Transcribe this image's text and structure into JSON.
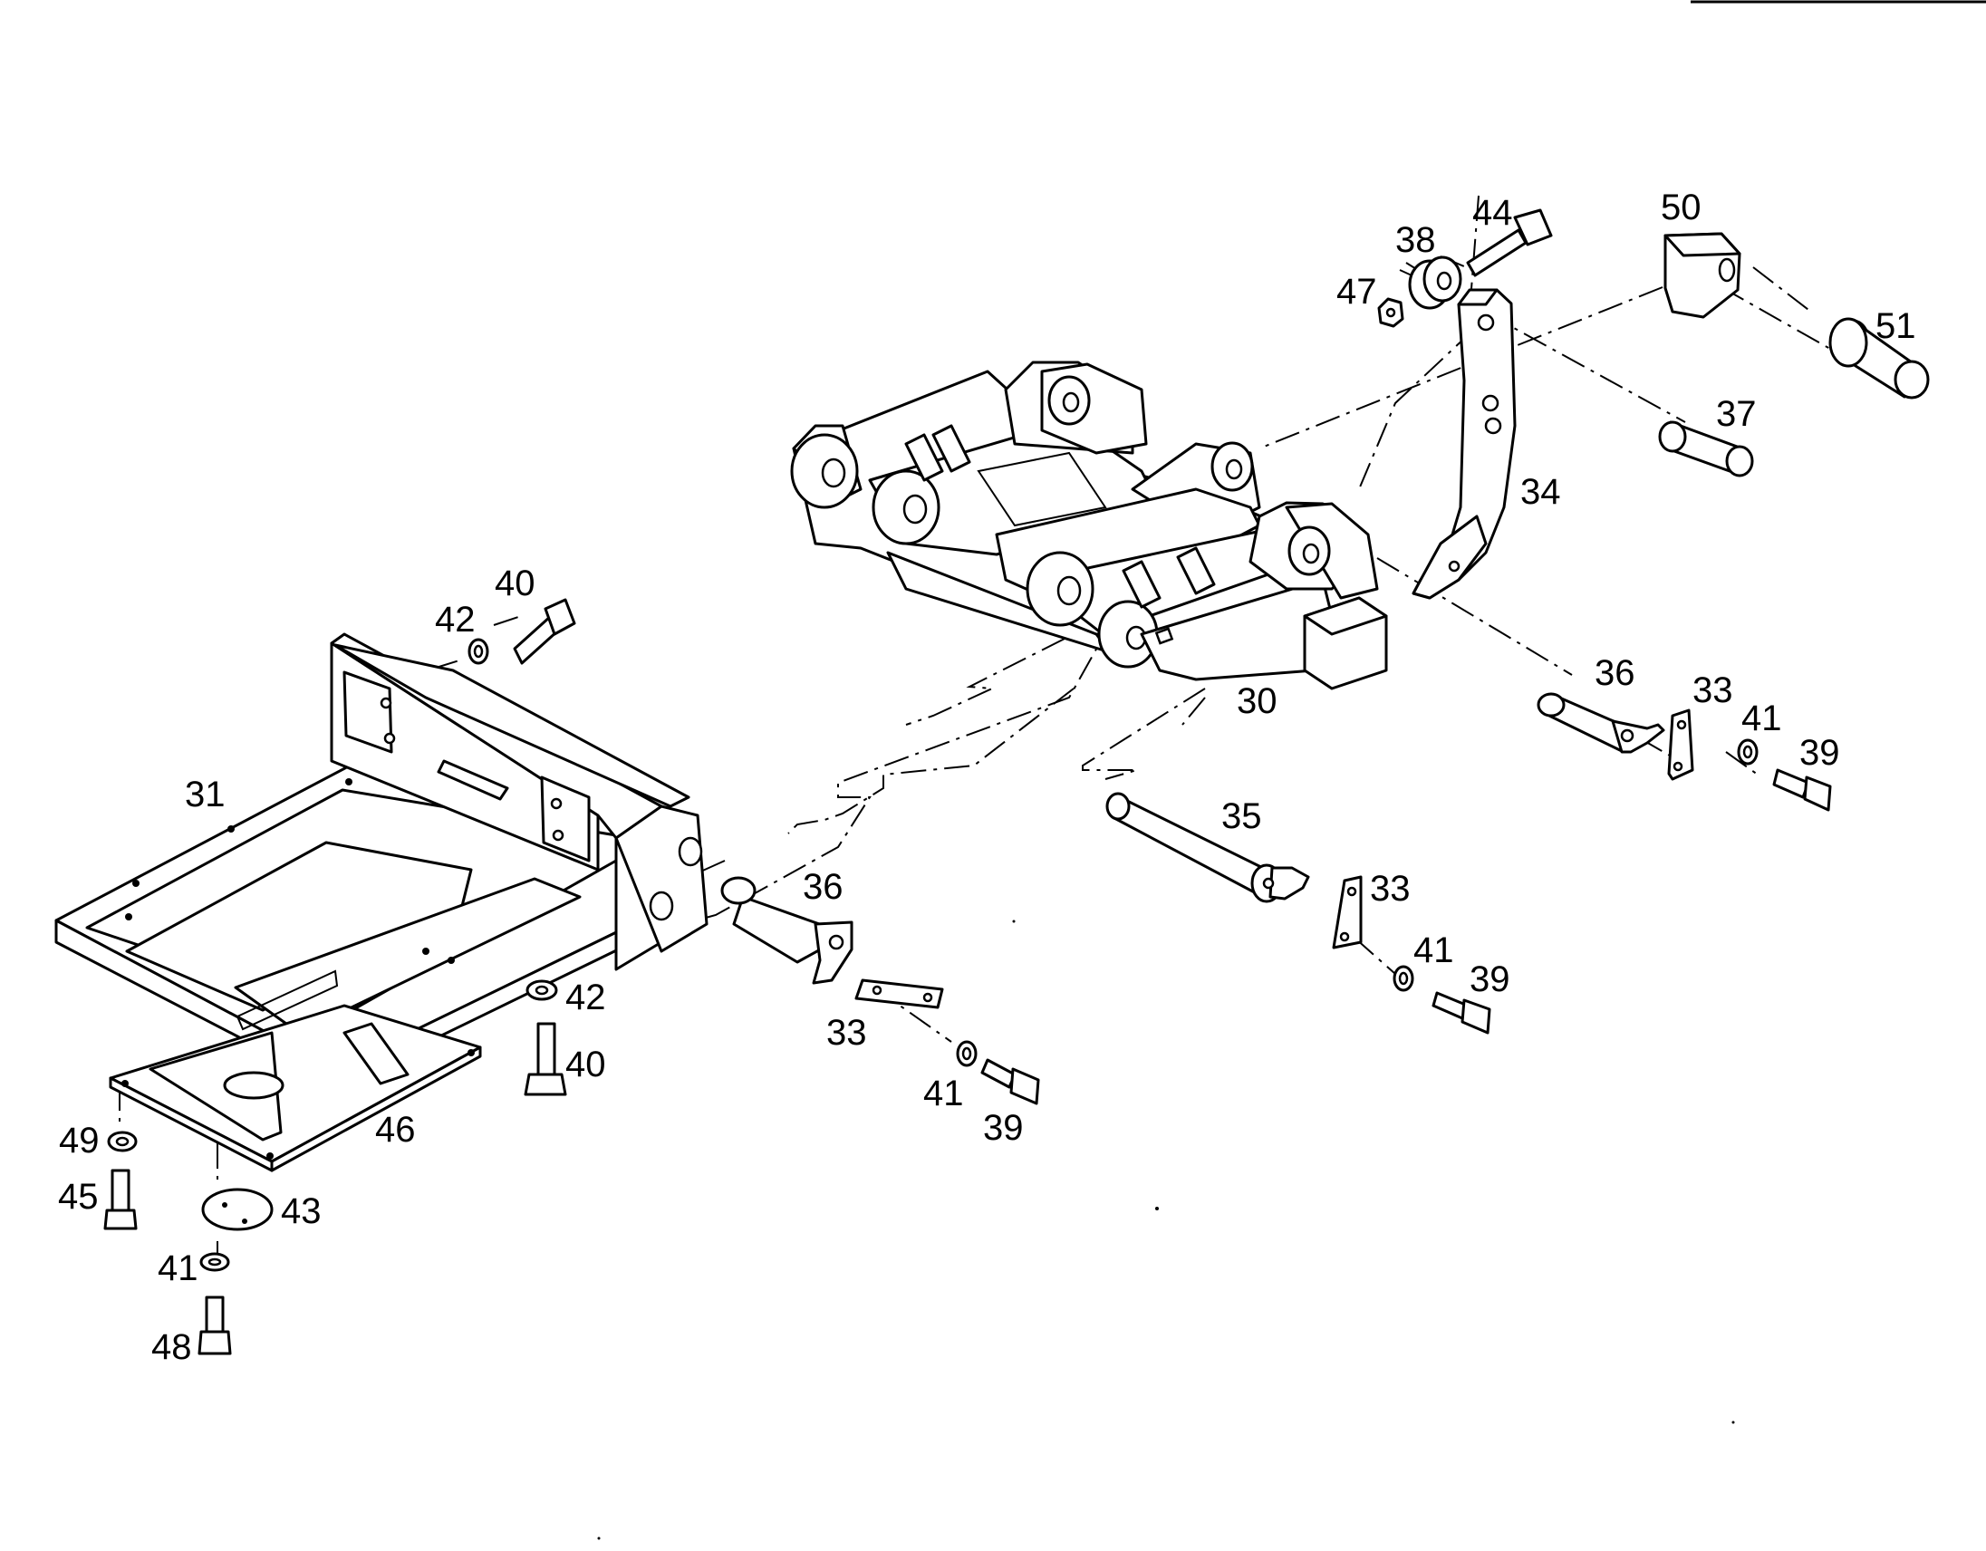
{
  "diagram": {
    "parts": {
      "p30": "30",
      "p31": "31",
      "p33a": "33",
      "p33b": "33",
      "p33c": "33",
      "p34": "34",
      "p35": "35",
      "p36a": "36",
      "p36b": "36",
      "p37": "37",
      "p38": "38",
      "p39a": "39",
      "p39b": "39",
      "p39c": "39",
      "p40a": "40",
      "p40b": "40",
      "p41a": "41",
      "p41b": "41",
      "p41c": "41",
      "p41d": "41",
      "p42a": "42",
      "p42b": "42",
      "p43": "43",
      "p44": "44",
      "p45": "45",
      "p46": "46",
      "p47": "47",
      "p48": "48",
      "p49": "49",
      "p50": "50",
      "p51": "51"
    }
  }
}
